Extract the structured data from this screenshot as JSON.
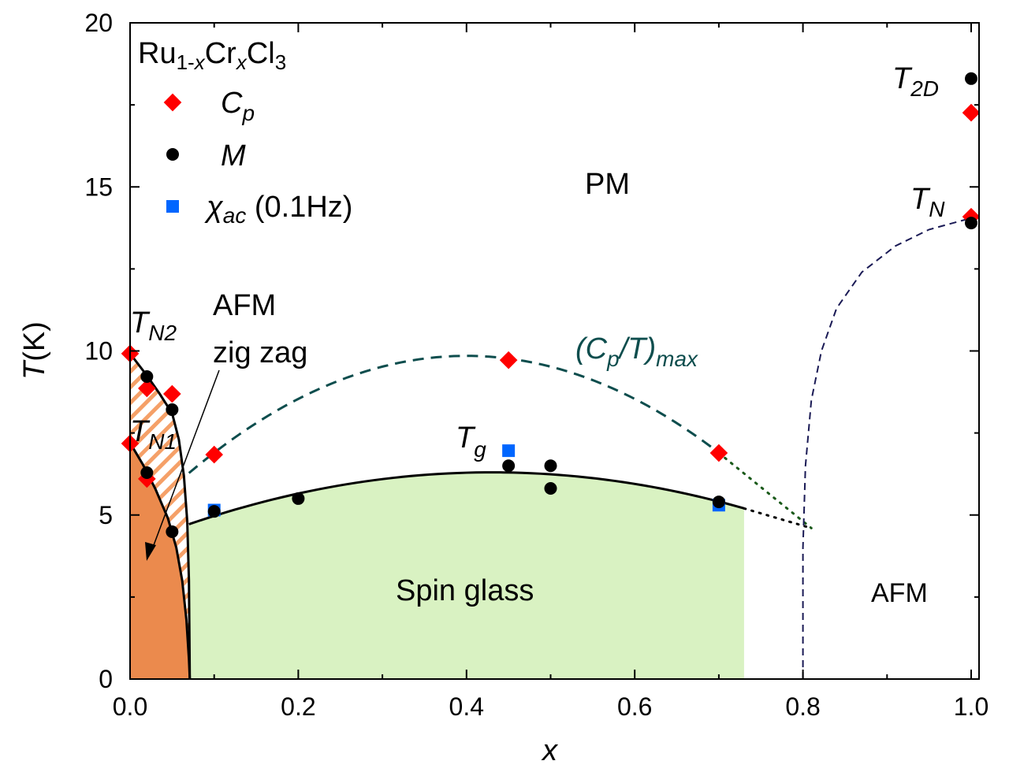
{
  "chart_data": {
    "type": "scatter",
    "title": "",
    "compound": {
      "base1": "Ru",
      "sub1": "1-",
      "sub1x": "x",
      "base2": "Cr",
      "sub2": "x",
      "base3": "Cl",
      "sub3": "3"
    },
    "xlabel": "x",
    "ylabel": {
      "main": "T",
      "unit": "(K)"
    },
    "xlim": [
      0,
      1
    ],
    "ylim": [
      0,
      20
    ],
    "xticks": [
      "0.0",
      "0.2",
      "0.4",
      "0.6",
      "0.8",
      "1.0"
    ],
    "yticks": [
      "0",
      "5",
      "10",
      "15",
      "20"
    ],
    "legend_position": "top-left",
    "series": [
      {
        "name": "Cp",
        "label_main": "C",
        "label_sub": "p",
        "marker": "diamond",
        "color": "#ff0000",
        "points": [
          [
            0,
            9.92
          ],
          [
            0.02,
            8.86
          ],
          [
            0.05,
            8.69
          ],
          [
            0,
            7.18
          ],
          [
            0.02,
            6.1
          ],
          [
            0.1,
            6.84
          ],
          [
            0.45,
            9.72
          ],
          [
            0.7,
            6.89
          ],
          [
            1.0,
            17.26
          ],
          [
            1.0,
            14.09
          ]
        ]
      },
      {
        "name": "M",
        "label_main": "M",
        "label_sub": "",
        "marker": "circle",
        "color": "#000000",
        "points": [
          [
            0.02,
            9.22
          ],
          [
            0.05,
            8.21
          ],
          [
            0.02,
            6.29
          ],
          [
            0.05,
            4.49
          ],
          [
            0.1,
            5.11
          ],
          [
            0.2,
            5.5
          ],
          [
            0.45,
            6.5
          ],
          [
            0.5,
            6.5
          ],
          [
            0.5,
            5.81
          ],
          [
            0.7,
            5.4
          ],
          [
            1.0,
            18.3
          ],
          [
            1.0,
            13.9
          ]
        ]
      },
      {
        "name": "chi_ac",
        "label_main": "χ",
        "label_sub": "ac",
        "label_suffix": " (0.1Hz)",
        "marker": "square",
        "color": "#0066ff",
        "points": [
          [
            0.1,
            5.15
          ],
          [
            0.45,
            6.96
          ],
          [
            0.7,
            5.3
          ]
        ]
      }
    ],
    "curves": {
      "tn2": [
        [
          0,
          9.92
        ],
        [
          0.02,
          9.25
        ],
        [
          0.035,
          8.7
        ],
        [
          0.05,
          8.1
        ],
        [
          0.058,
          7.3
        ],
        [
          0.064,
          6.2
        ],
        [
          0.068,
          4.8
        ],
        [
          0.07,
          3
        ],
        [
          0.071,
          0
        ]
      ],
      "tn1": [
        [
          0,
          7.2
        ],
        [
          0.015,
          6.55
        ],
        [
          0.03,
          5.8
        ],
        [
          0.045,
          4.9
        ],
        [
          0.055,
          4.0
        ],
        [
          0.062,
          3.0
        ],
        [
          0.067,
          1.8
        ],
        [
          0.07,
          0.6
        ],
        [
          0.071,
          0
        ]
      ],
      "cpt_max": {
        "peak_x": 0.4,
        "peak_T": 9.85,
        "curv": 32.8,
        "from": 0.07,
        "to": 0.7
      },
      "cpt_max_ext": [
        [
          0.7,
          6.89
        ],
        [
          0.81,
          4.6
        ]
      ],
      "spin_glass": {
        "peak_x": 0.43,
        "peak_T": 6.3,
        "curv": 12.2,
        "from": 0.07,
        "to": 0.73
      },
      "spin_glass_ext": [
        [
          0.73,
          5.2
        ],
        [
          0.81,
          4.6
        ]
      ],
      "afm_boundary": [
        [
          0.8,
          0
        ],
        [
          0.8,
          4
        ],
        [
          0.803,
          6.5
        ],
        [
          0.81,
          8.5
        ],
        [
          0.822,
          10
        ],
        [
          0.84,
          11.3
        ],
        [
          0.87,
          12.4
        ],
        [
          0.91,
          13.2
        ],
        [
          0.95,
          13.7
        ],
        [
          1.0,
          14.05
        ]
      ]
    },
    "annotations": {
      "pm": "PM",
      "afm_zigzag_1": "AFM",
      "afm_zigzag_2": "zig zag",
      "tn2": {
        "main": "T",
        "sub": "N2"
      },
      "tn1": {
        "main": "T",
        "sub": "N1"
      },
      "tg": {
        "main": "T",
        "sub": "g"
      },
      "cpt": {
        "open": "(C",
        "sub1": "p",
        "mid": "/T)",
        "sub2": "max"
      },
      "t2d": {
        "main": "T",
        "sub": "2D"
      },
      "tn": {
        "main": "T",
        "sub": "N"
      },
      "spin_glass": "Spin glass",
      "afm": "AFM"
    },
    "colors": {
      "afm_fill": "#eb8a4d",
      "hatch": "#f5a068",
      "spin_glass_fill": "#d9f2c2",
      "cpt_line": "#0d4d4d",
      "afm_line": "#1a1a55"
    }
  }
}
